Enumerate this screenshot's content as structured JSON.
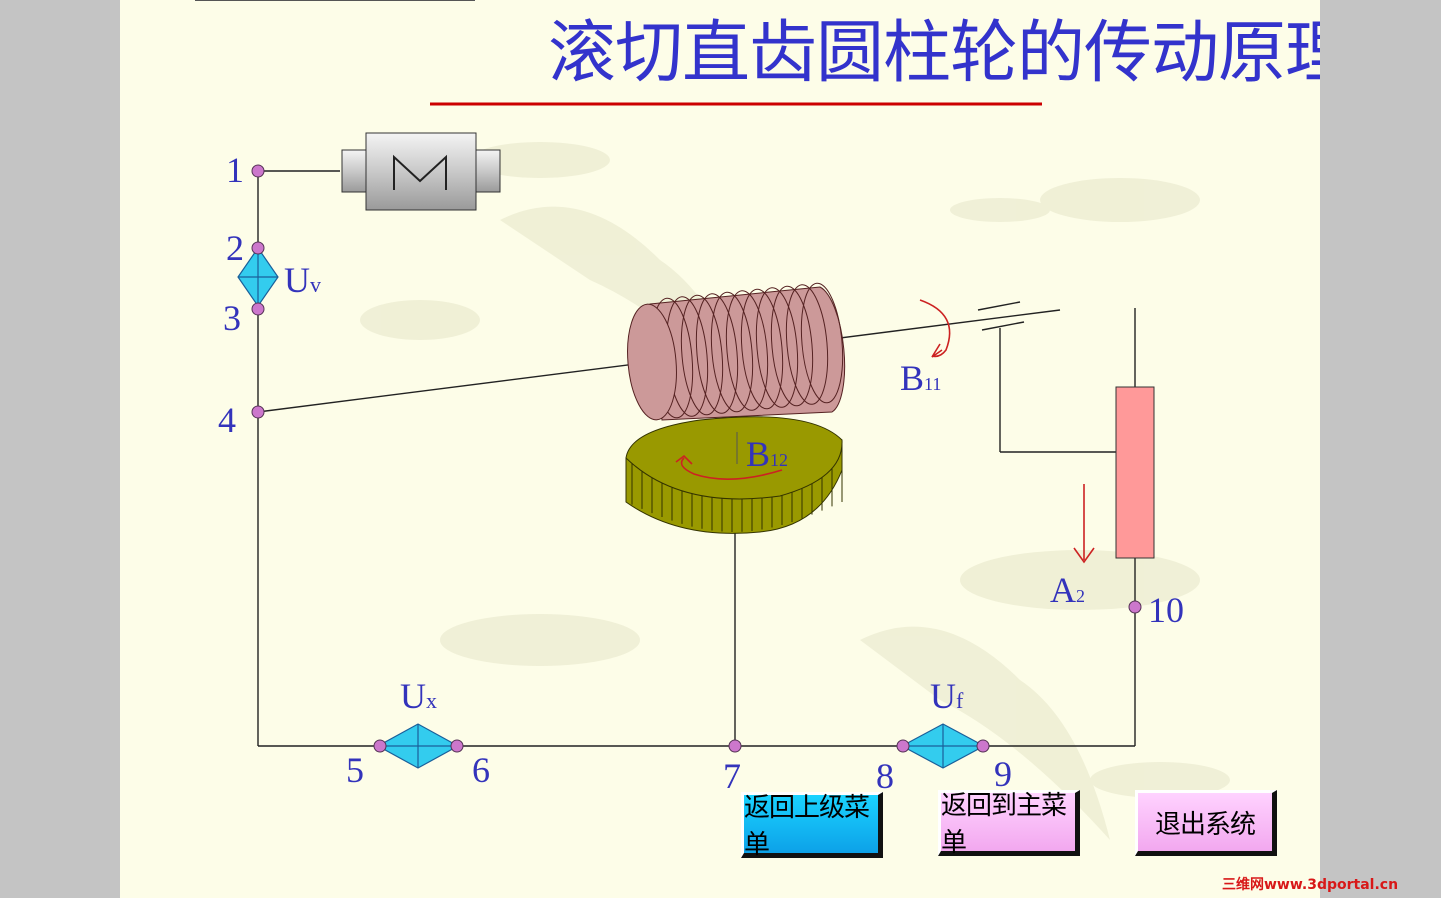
{
  "title": "滚切直齿圆柱轮的传动原理",
  "points": [
    "1",
    "2",
    "3",
    "4",
    "5",
    "6",
    "7",
    "8",
    "9",
    "10"
  ],
  "labels": {
    "uv": {
      "main": "U",
      "sub": "v"
    },
    "ux": {
      "main": "U",
      "sub": "x"
    },
    "uf": {
      "main": "U",
      "sub": "f"
    },
    "b11": {
      "main": "B",
      "sub": "11"
    },
    "b12": {
      "main": "B",
      "sub": "12"
    },
    "a2": {
      "main": "A",
      "sub": "2"
    }
  },
  "buttons": {
    "back_parent": "返回上级菜单",
    "back_main": "返回到主菜单",
    "exit": "退出系统"
  },
  "watermark": "三维网www.3dportal.cn",
  "colors": {
    "title": "#3333cc",
    "label": "#3333bb",
    "node": "#cc77cc",
    "diamond": "#33ccee",
    "hob": "#cc9999",
    "gear": "#999900",
    "table": "#ff9999",
    "arrow": "#cc2222"
  }
}
